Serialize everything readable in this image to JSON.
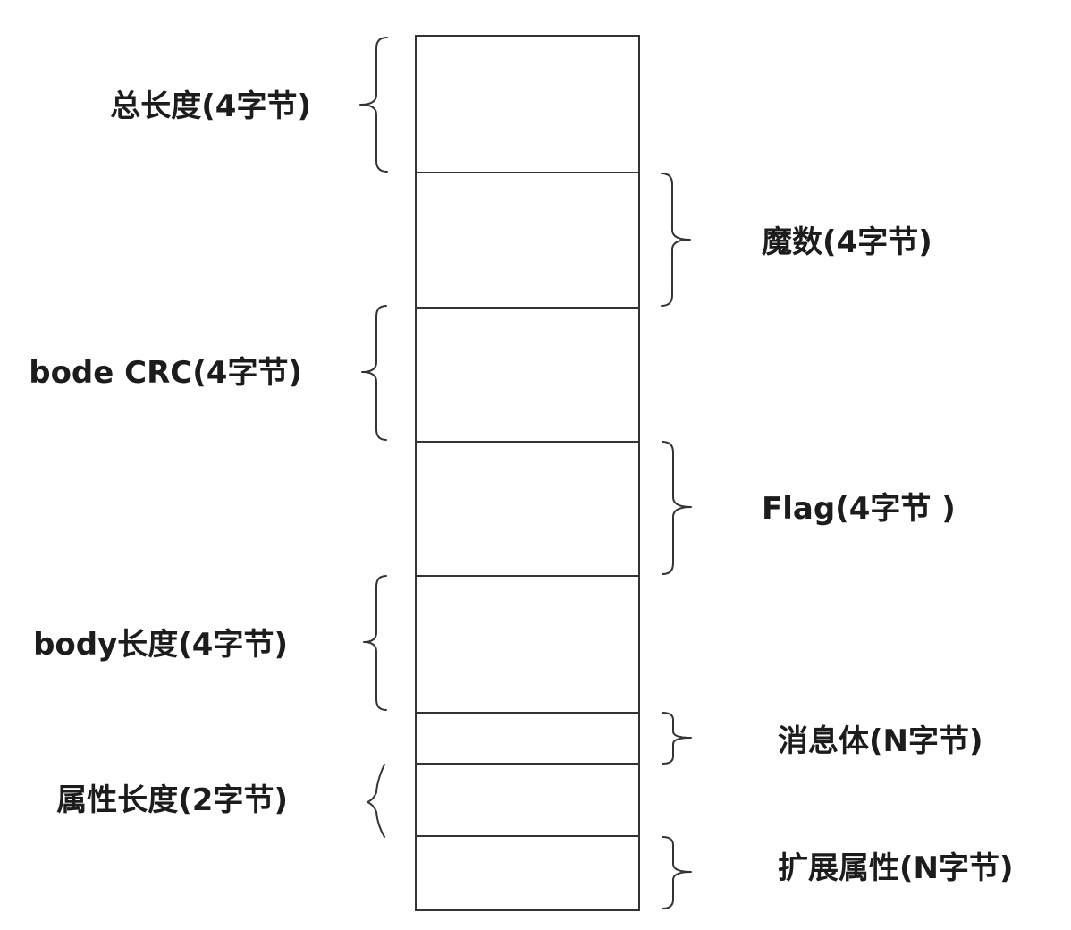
{
  "segments": [
    {
      "id": "total-length",
      "label": "总长度(4字节)",
      "side": "left"
    },
    {
      "id": "magic-number",
      "label": "魔数(4字节)",
      "side": "right"
    },
    {
      "id": "body-crc",
      "label": "bode CRC(4字节)",
      "side": "left"
    },
    {
      "id": "flag",
      "label": "Flag(4字节 )",
      "side": "right"
    },
    {
      "id": "body-length",
      "label": "body长度(4字节)",
      "side": "left"
    },
    {
      "id": "message-body",
      "label": "消息体(N字节)",
      "side": "right"
    },
    {
      "id": "property-length",
      "label": "属性长度(2字节)",
      "side": "left"
    },
    {
      "id": "extended-properties",
      "label": "扩展属性(N字节)",
      "side": "right"
    }
  ]
}
